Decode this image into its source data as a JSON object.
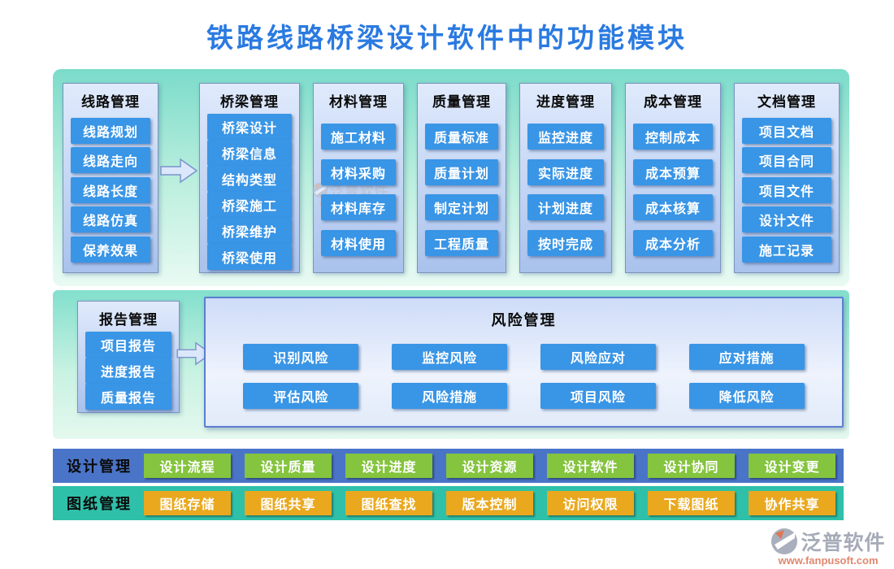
{
  "title": "铁路线路桥梁设计软件中的功能模块",
  "modules": [
    {
      "header": "线路管理",
      "items": [
        "线路规划",
        "线路走向",
        "线路长度",
        "线路仿真",
        "保养效果"
      ]
    },
    {
      "header": "桥梁管理",
      "items": [
        "桥梁设计",
        "桥梁信息",
        "结构类型",
        "桥梁施工",
        "桥梁维护",
        "桥梁使用"
      ]
    },
    {
      "header": "材料管理",
      "items": [
        "施工材料",
        "材料采购",
        "材料库存",
        "材料使用"
      ]
    },
    {
      "header": "质量管理",
      "items": [
        "质量标准",
        "质量计划",
        "制定计划",
        "工程质量"
      ]
    },
    {
      "header": "进度管理",
      "items": [
        "监控进度",
        "实际进度",
        "计划进度",
        "按时完成"
      ]
    },
    {
      "header": "成本管理",
      "items": [
        "控制成本",
        "成本预算",
        "成本核算",
        "成本分析"
      ]
    },
    {
      "header": "文档管理",
      "items": [
        "项目文档",
        "项目合同",
        "项目文件",
        "设计文件",
        "施工记录"
      ]
    }
  ],
  "report": {
    "header": "报告管理",
    "items": [
      "项目报告",
      "进度报告",
      "质量报告"
    ]
  },
  "risk": {
    "header": "风险管理",
    "items": [
      "识别风险",
      "监控风险",
      "风险应对",
      "应对措施",
      "评估风险",
      "风险措施",
      "项目风险",
      "降低风险"
    ]
  },
  "design": {
    "header": "设计管理",
    "items": [
      "设计流程",
      "设计质量",
      "设计进度",
      "设计资源",
      "设计软件",
      "设计协同",
      "设计变更"
    ]
  },
  "drawing": {
    "header": "图纸管理",
    "items": [
      "图纸存储",
      "图纸共享",
      "图纸查找",
      "版本控制",
      "访问权限",
      "下载图纸",
      "协作共享"
    ]
  },
  "brand": {
    "name": "泛普软件",
    "website": "www.fanpusoft.com"
  },
  "watermark": {
    "name": "泛普软件",
    "website": "www.fanpusoft.com"
  },
  "icons": {
    "flow_arrow": "right-arrow",
    "brand_logo": "fanpu-swirl"
  },
  "colors": {
    "title_blue": "#2a7ae1",
    "panel_teal": "#7bdbca",
    "module_button_blue": "#3995e6",
    "design_row_blue": "#4a74c8",
    "design_button_green": "#84c43e",
    "drawing_row_teal": "#2fc0a9",
    "drawing_button_orange": "#e9a81e"
  }
}
